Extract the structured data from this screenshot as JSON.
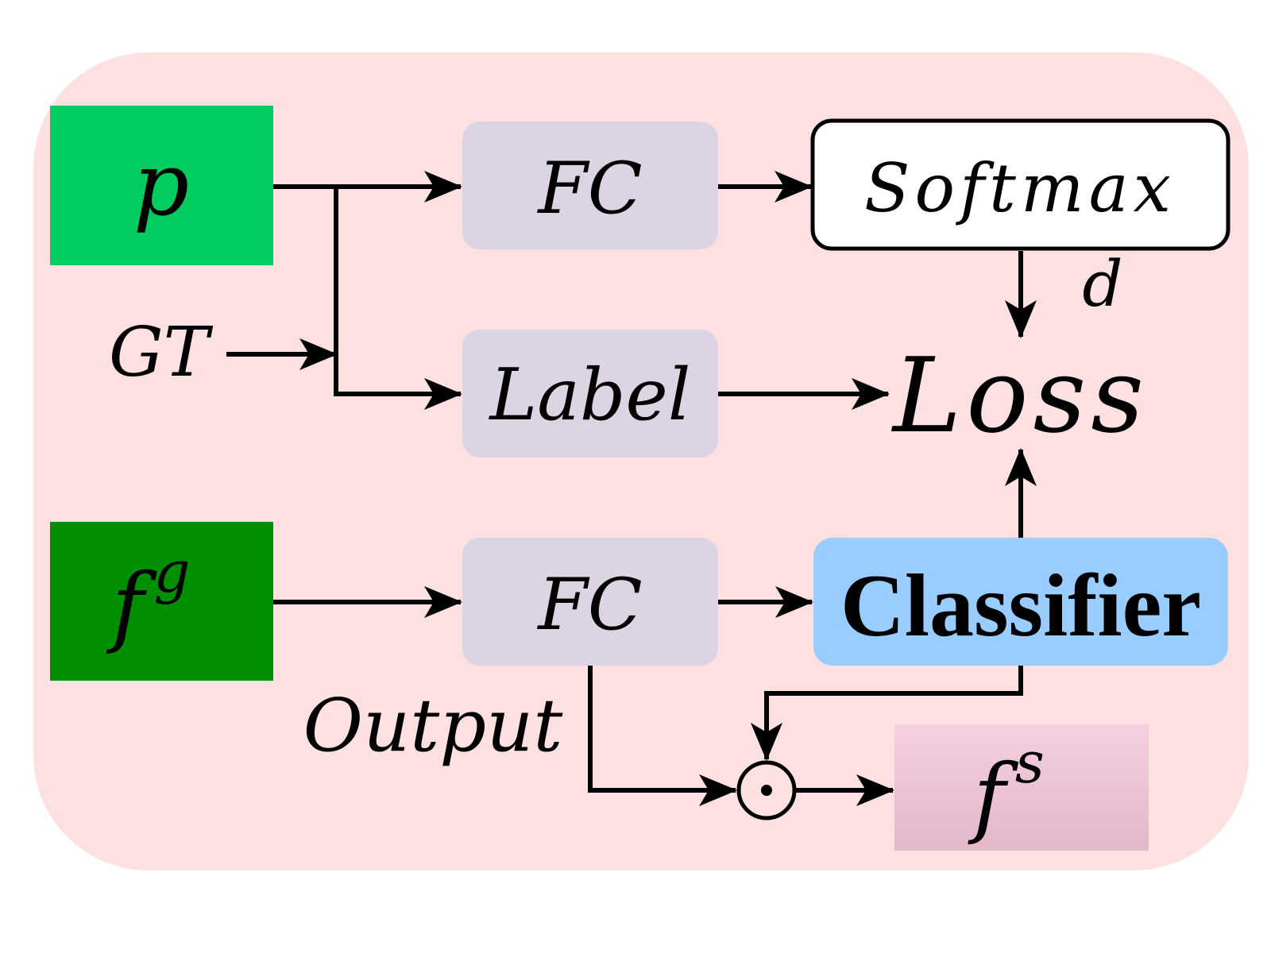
{
  "nodes": {
    "p": {
      "label": "p",
      "color": "#00cc5f"
    },
    "fg": {
      "label": "f",
      "sup": "g",
      "color": "#008f00"
    },
    "gt": {
      "label": "GT"
    },
    "fc_top": {
      "label": "FC",
      "color": "#dcd3e3"
    },
    "label": {
      "label": "Label",
      "color": "#dcd3e3"
    },
    "fc_bottom": {
      "label": "FC",
      "color": "#dcd3e3"
    },
    "softmax": {
      "label": "Softmax",
      "color": "#ffffff"
    },
    "d": {
      "label": "d"
    },
    "loss": {
      "label": "Loss"
    },
    "classifier": {
      "label": "Classifier",
      "color": "#99ccff"
    },
    "output": {
      "label": "Output"
    },
    "hadamard": {
      "symbol": "⊙"
    },
    "fs": {
      "label": "f",
      "sup": "s",
      "color_top": "#f5cfe0",
      "color_bottom": "#e2b8c9"
    }
  },
  "background": {
    "panel_color": "#fde0e0"
  }
}
